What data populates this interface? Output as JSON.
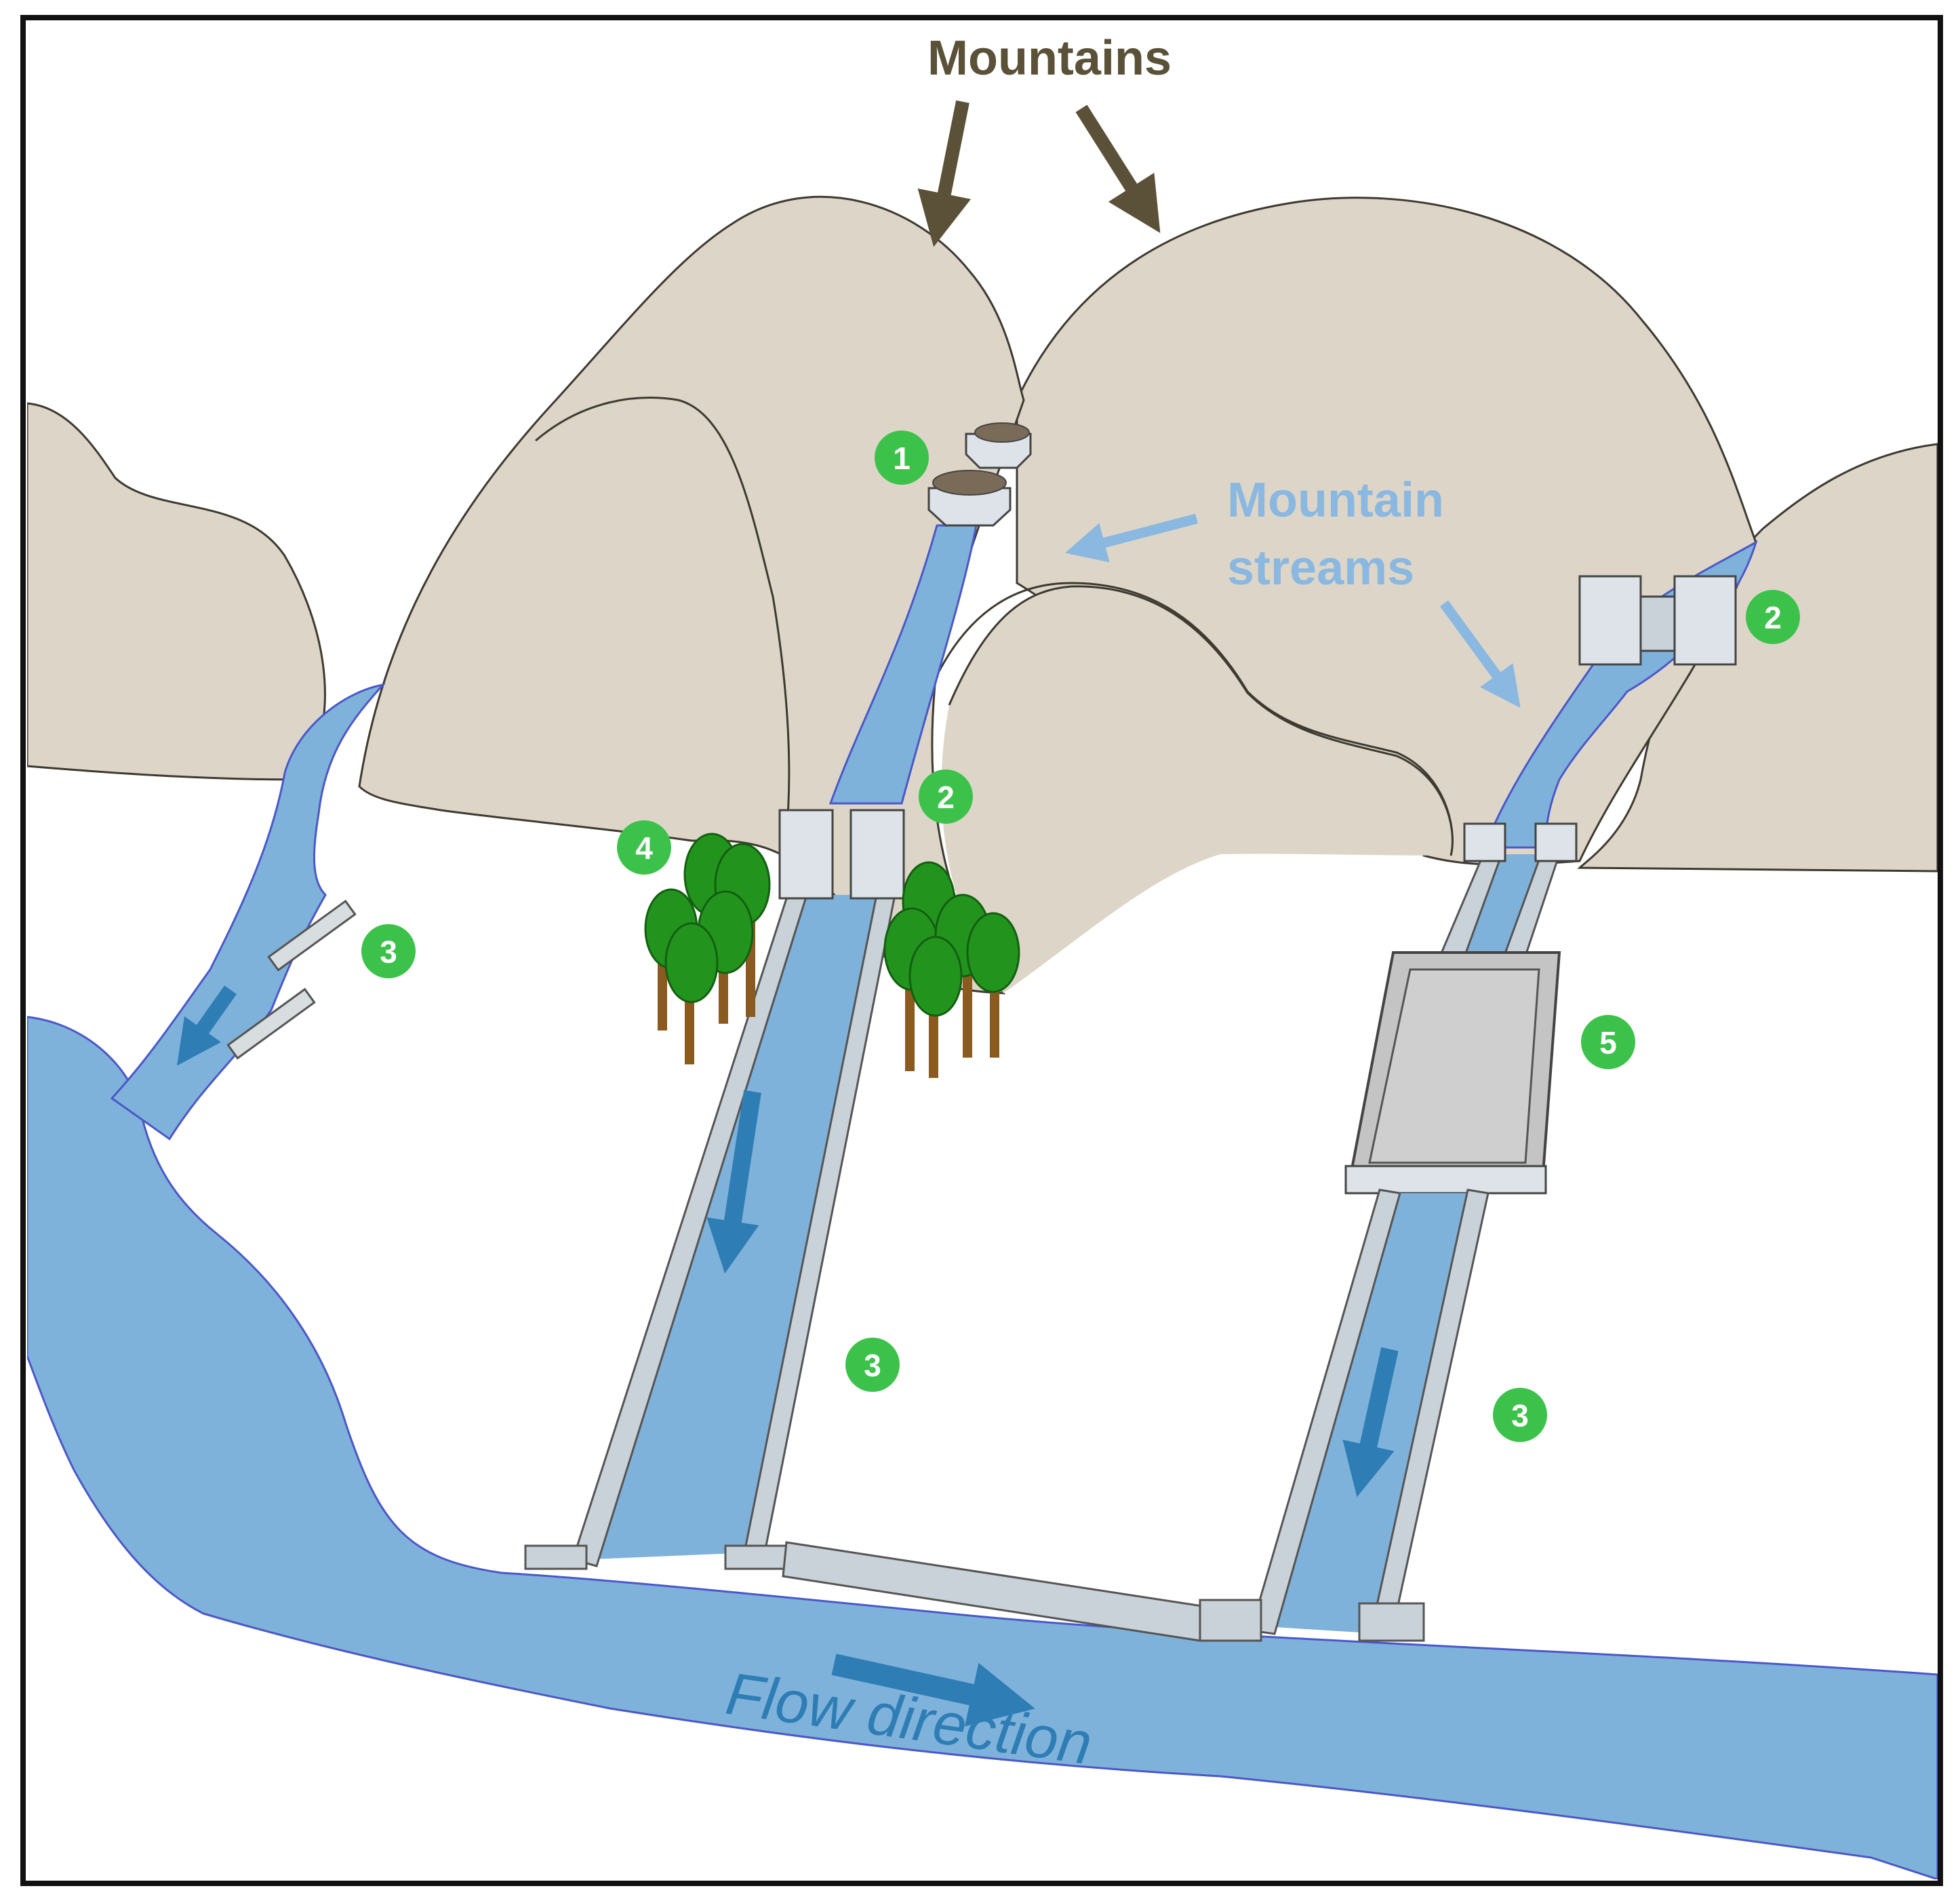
{
  "labels": {
    "mountains": "Mountains",
    "mountain_streams_line1": "Mountain",
    "mountain_streams_line2": "streams",
    "flow_direction": "Flow direction"
  },
  "badges": {
    "b1": "1",
    "b2_right": "2",
    "b2_center": "2",
    "b3_left": "3",
    "b4": "4",
    "b5": "5",
    "b3_center": "3",
    "b3_right": "3"
  },
  "colors": {
    "mountain_fill": "#ddd6c8",
    "water": "#7fb2da",
    "water_outline": "#4b58c8",
    "flow_arrow": "#2e7db5",
    "stream_label": "#8ab8e0",
    "mountains_label": "#5b5138",
    "badge": "#3cc24a",
    "tree": "#22941e",
    "trunk": "#8a5a1e",
    "concrete": "#c9d2d8"
  }
}
